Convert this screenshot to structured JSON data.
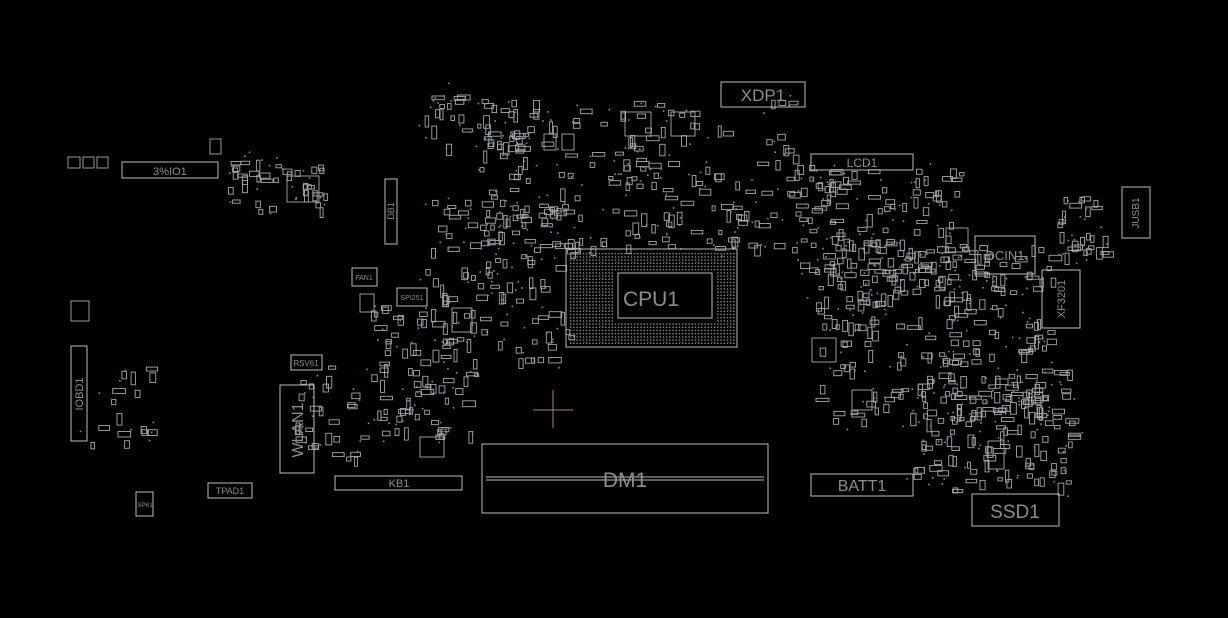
{
  "labels": {
    "xdp": "XDP1",
    "lcd": "LCD1",
    "io": "3%IO1",
    "db": "DB1",
    "jusb": "JUSB1",
    "dcin": "DCIN1",
    "fan": "FAN1",
    "spi": "SPI251",
    "cpu": "CPU1",
    "xf": "XF3201",
    "rsv": "RSV61",
    "wlan": "WLAN1",
    "iobd": "IOBD1",
    "dm": "DM1",
    "batt": "BATT1",
    "kb": "KB1",
    "tpad": "TPAD1",
    "spk": "SPK1",
    "ssd": "SSD1"
  },
  "colors": {
    "background": "#000000",
    "outline": "#bdbdbd",
    "label": "#8d8d8d",
    "pad": "#3fa9b8",
    "marker": "#b07a86"
  }
}
